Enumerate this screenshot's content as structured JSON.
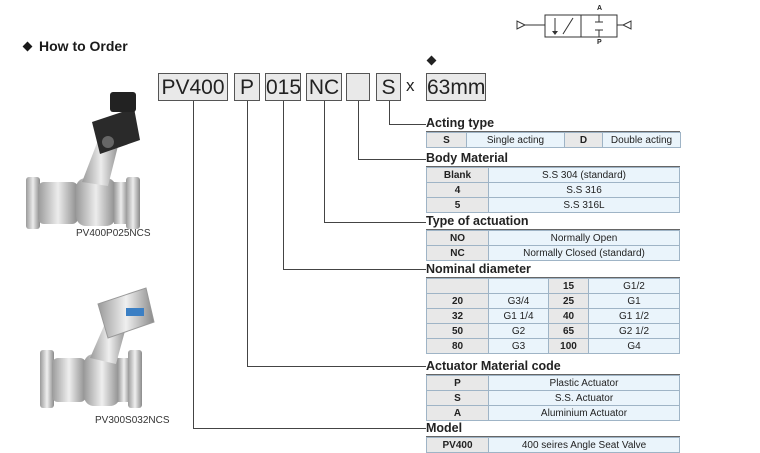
{
  "heading": "How to Order",
  "code_parts": [
    {
      "id": "model",
      "text": "PV400"
    },
    {
      "id": "actuator",
      "text": "P"
    },
    {
      "id": "diameter",
      "text": "015"
    },
    {
      "id": "actuation",
      "text": "NC"
    },
    {
      "id": "body",
      "text": ""
    },
    {
      "id": "acting",
      "text": "S"
    },
    {
      "id": "stroke",
      "text": "63mm"
    }
  ],
  "times_sign": "x",
  "symbol": {
    "port_a": "A",
    "port_p": "P"
  },
  "products": [
    {
      "label": "PV400P025NCS"
    },
    {
      "label": "PV300S032NCS"
    }
  ],
  "sections": {
    "acting_type": {
      "title": "Acting type",
      "row": [
        "S",
        "Single acting",
        "D",
        "Double acting"
      ]
    },
    "body_material": {
      "title": "Body Material",
      "rows": [
        [
          "Blank",
          "S.S 304     (standard)"
        ],
        [
          "4",
          "S.S 316"
        ],
        [
          "5",
          "S.S 316L"
        ]
      ]
    },
    "actuation": {
      "title": "Type of actuation",
      "rows": [
        [
          "NO",
          "Normally Open"
        ],
        [
          "NC",
          "Normally Closed  (standard)"
        ]
      ]
    },
    "nominal": {
      "title": "Nominal diameter",
      "rows": [
        [
          "",
          "",
          "15",
          "G1/2"
        ],
        [
          "20",
          "G3/4",
          "25",
          "G1"
        ],
        [
          "32",
          "G1 1/4",
          "40",
          "G1 1/2"
        ],
        [
          "50",
          "G2",
          "65",
          "G2 1/2"
        ],
        [
          "80",
          "G3",
          "100",
          "G4"
        ]
      ]
    },
    "actuator": {
      "title": "Actuator Material code",
      "rows": [
        [
          "P",
          "Plastic Actuator"
        ],
        [
          "S",
          "S.S. Actuator"
        ],
        [
          "A",
          "Aluminium Actuator"
        ]
      ]
    },
    "model": {
      "title": "Model",
      "rows": [
        [
          "PV400",
          "400 seires Angle Seat Valve"
        ]
      ]
    }
  }
}
